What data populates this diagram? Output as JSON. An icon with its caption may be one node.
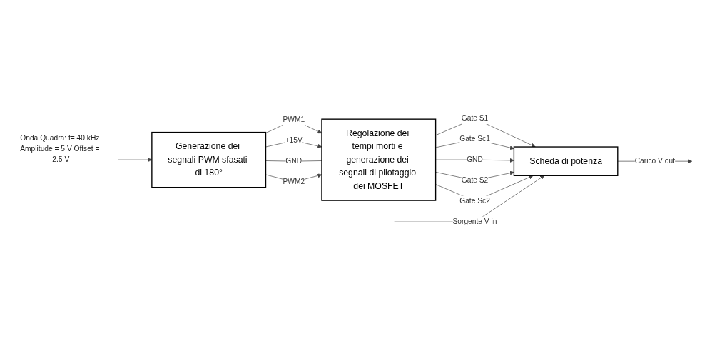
{
  "diagram": {
    "nodes": [
      {
        "text": [
          "Onda Quadra: f= 40 kHz Amplitude = 5 V Offset = 2.5 V"
        ]
      },
      {
        "text": [
          "Generazione dei segnali PWM sfasati di 180°"
        ]
      },
      {
        "text": [
          "Regolazione dei tempi morti e generazione dei segnali di pilotaggio dei MOSFET"
        ]
      },
      {
        "text": [
          "Scheda di potenza"
        ]
      }
    ],
    "edges": [
      {
        "from": 0,
        "to": 1,
        "arrow": "to"
      },
      {
        "from": 1,
        "to": 2,
        "arrow": "to",
        "label": "PWM1"
      },
      {
        "from": 1,
        "to": 2,
        "arrow": "to",
        "label": "+15V"
      },
      {
        "from": 1,
        "to": 2,
        "arrow": "none",
        "label": "GND"
      },
      {
        "from": 1,
        "to": 2,
        "arrow": "to",
        "label": "PWM2"
      },
      {
        "from": 2,
        "to": 3,
        "arrow": "to",
        "label": "Gate S1"
      },
      {
        "from": 2,
        "to": 3,
        "arrow": "to",
        "label": "Gate Sc1"
      },
      {
        "from": 2,
        "to": 3,
        "arrow": "to",
        "label": "GND"
      },
      {
        "from": 2,
        "to": 3,
        "arrow": "to",
        "label": "Gate S2"
      },
      {
        "from": 2,
        "to": 3,
        "arrow": "to",
        "label": "Gate Sc2"
      },
      {
        "from": null,
        "to": 3,
        "arrow": "to",
        "label": "Sorgente V in"
      },
      {
        "from": 3,
        "to": null,
        "arrow": "to",
        "label": "Carico V out"
      }
    ]
  }
}
